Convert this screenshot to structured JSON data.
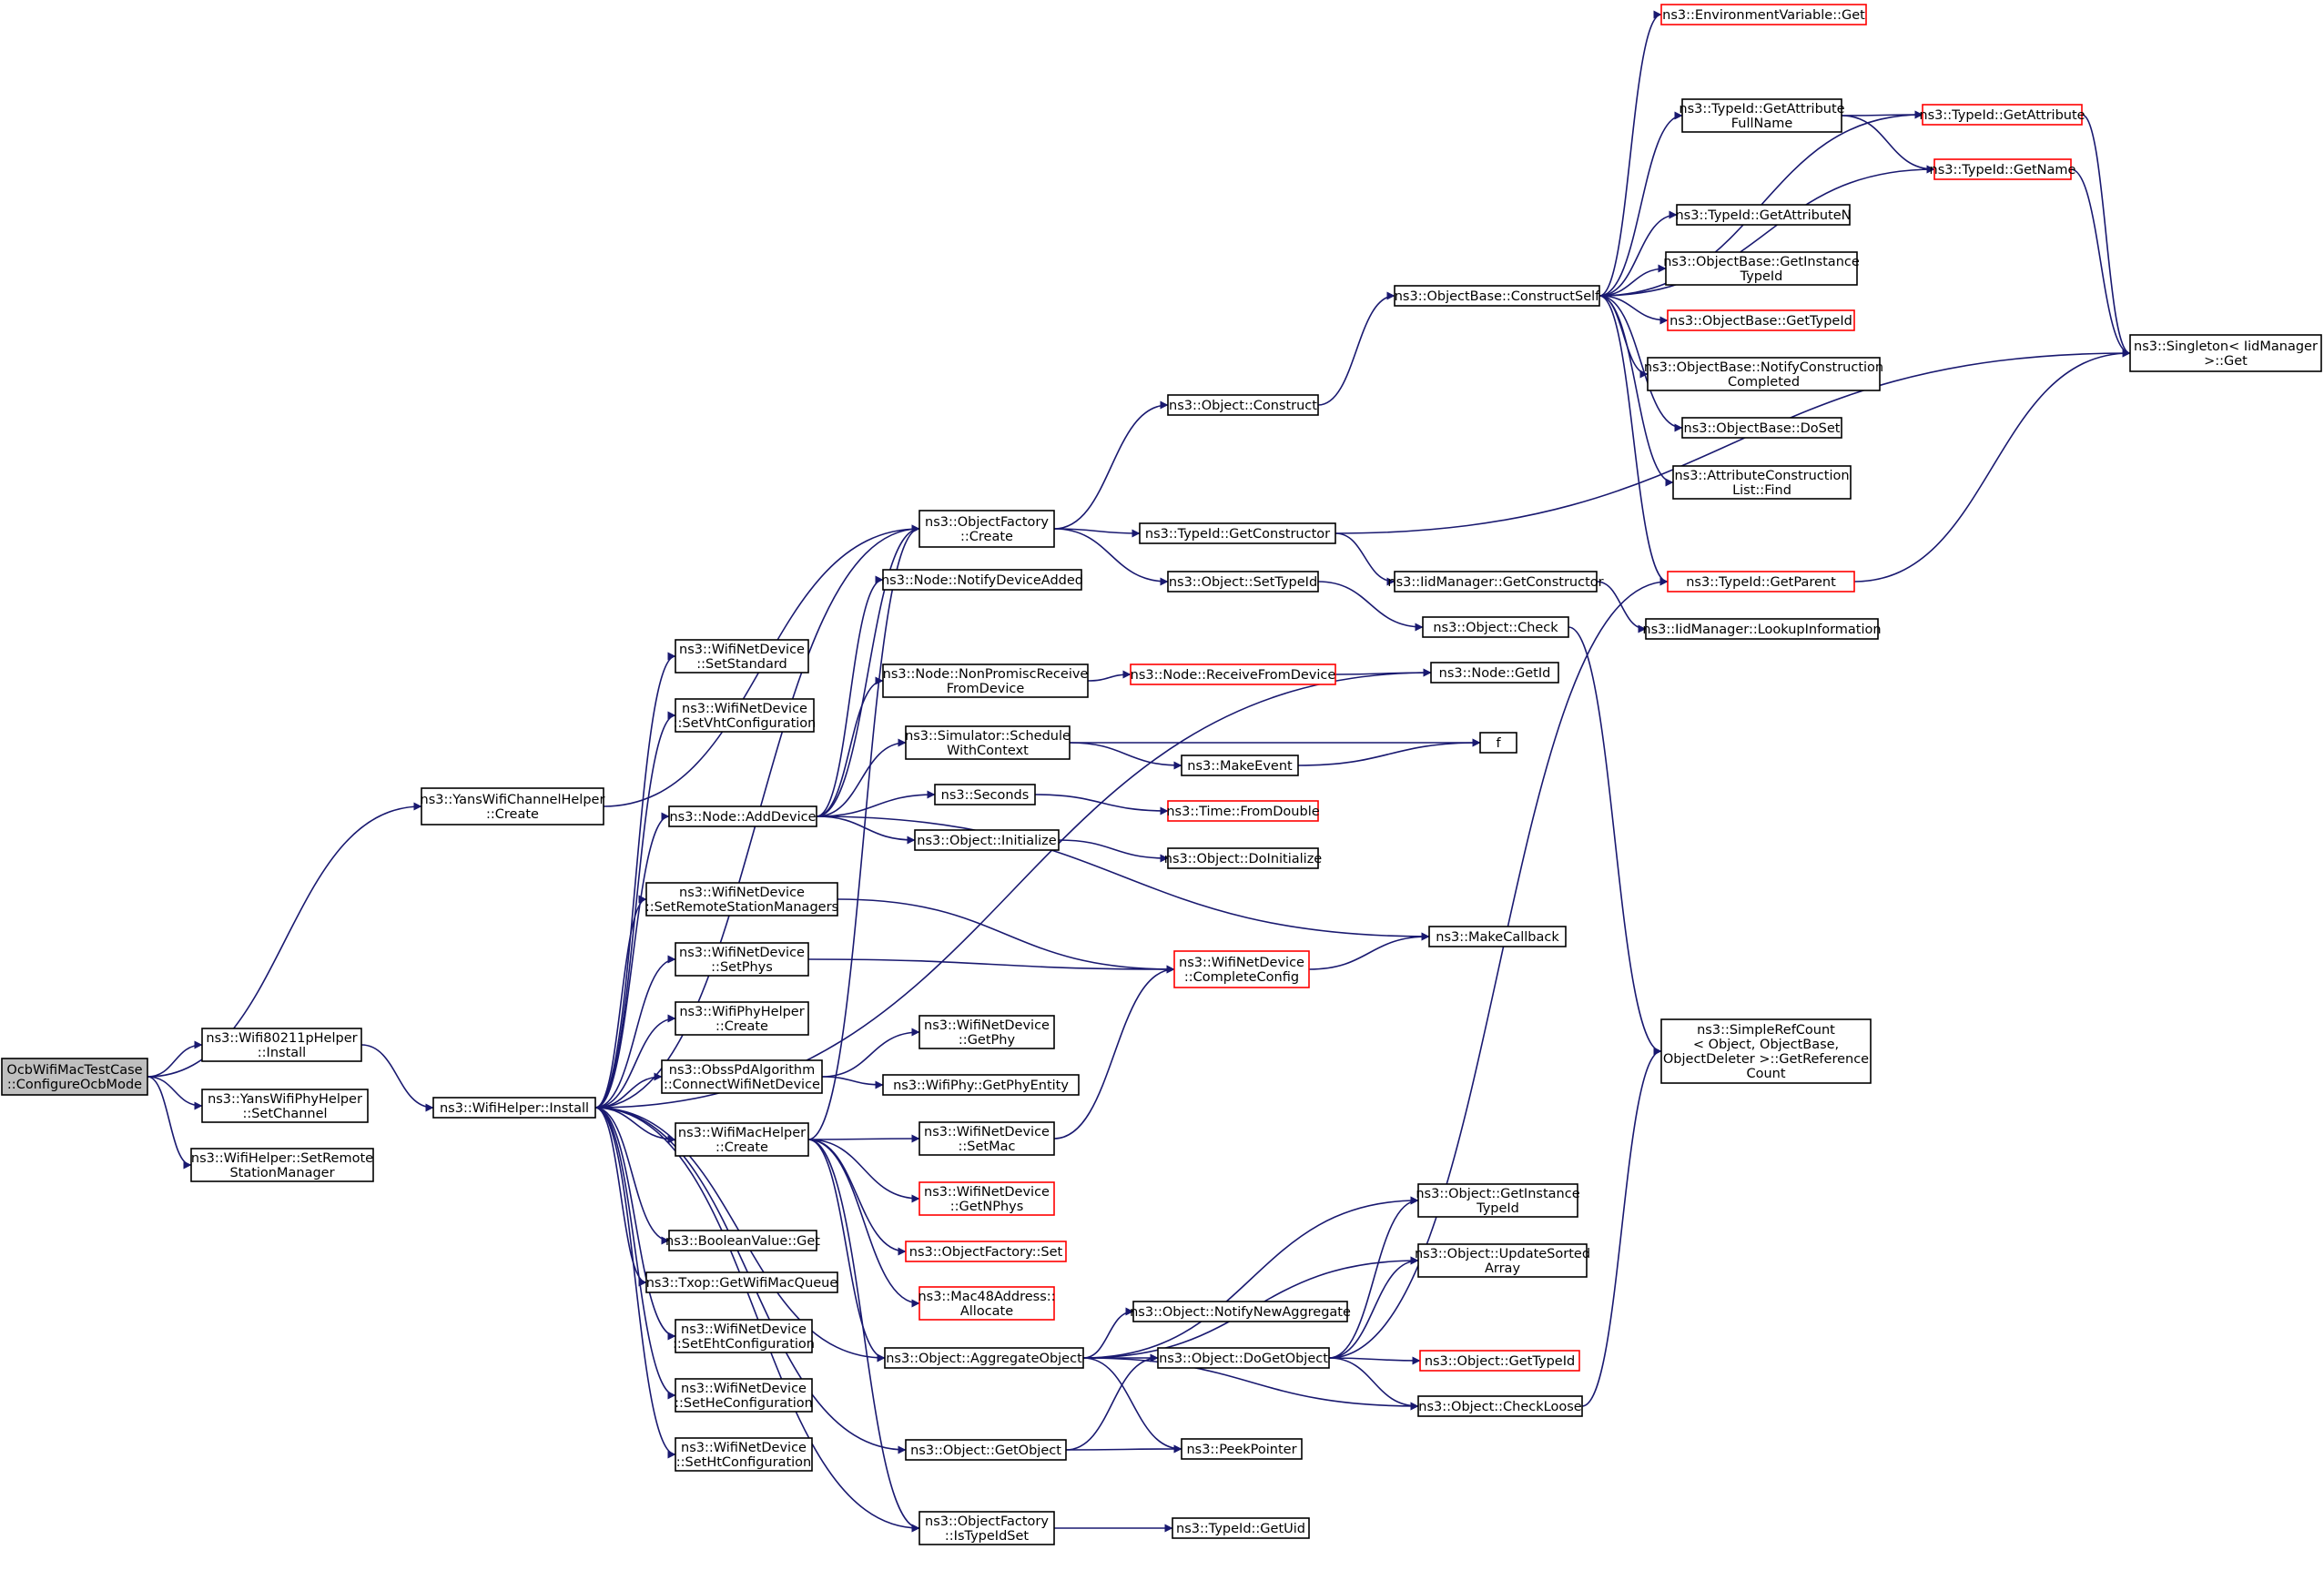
{
  "colors": {
    "edge": "#191970",
    "node_border": "#000000",
    "node_truncated_border": "#ff0000",
    "root_fill": "#bfbfbf",
    "node_fill": "#ffffff"
  },
  "nodes": [
    {
      "id": "root",
      "label": [
        "OcbWifiMacTestCase",
        "::ConfigureOcbMode"
      ],
      "style": "root"
    },
    {
      "id": "wifi80211p",
      "label": [
        "ns3::Wifi80211pHelper",
        "::Install"
      ],
      "style": "normal"
    },
    {
      "id": "yansPhySetChannel",
      "label": [
        "ns3::YansWifiPhyHelper",
        "::SetChannel"
      ],
      "style": "normal"
    },
    {
      "id": "setRemoteStation",
      "label": [
        "ns3::WifiHelper::SetRemote",
        "StationManager"
      ],
      "style": "normal"
    },
    {
      "id": "yansChannelCreate",
      "label": [
        "ns3::YansWifiChannelHelper",
        "::Create"
      ],
      "style": "normal"
    },
    {
      "id": "wifiHelperInstall",
      "label": [
        "ns3::WifiHelper::Install"
      ],
      "style": "normal"
    },
    {
      "id": "setStandard",
      "label": [
        "ns3::WifiNetDevice",
        "::SetStandard"
      ],
      "style": "normal"
    },
    {
      "id": "setVht",
      "label": [
        "ns3::WifiNetDevice",
        "::SetVhtConfiguration"
      ],
      "style": "normal"
    },
    {
      "id": "nodeAddDevice",
      "label": [
        "ns3::Node::AddDevice"
      ],
      "style": "normal"
    },
    {
      "id": "setRemoteMgrs",
      "label": [
        "ns3::WifiNetDevice",
        "::SetRemoteStationManagers"
      ],
      "style": "normal"
    },
    {
      "id": "setPhys",
      "label": [
        "ns3::WifiNetDevice",
        "::SetPhys"
      ],
      "style": "normal"
    },
    {
      "id": "phyHelperCreate",
      "label": [
        "ns3::WifiPhyHelper",
        "::Create"
      ],
      "style": "normal"
    },
    {
      "id": "obssPd",
      "label": [
        "ns3::ObssPdAlgorithm",
        "::ConnectWifiNetDevice"
      ],
      "style": "normal"
    },
    {
      "id": "macHelperCreate",
      "label": [
        "ns3::WifiMacHelper",
        "::Create"
      ],
      "style": "normal"
    },
    {
      "id": "boolGet",
      "label": [
        "ns3::BooleanValue::Get"
      ],
      "style": "normal"
    },
    {
      "id": "txopQueue",
      "label": [
        "ns3::Txop::GetWifiMacQueue"
      ],
      "style": "normal"
    },
    {
      "id": "setEht",
      "label": [
        "ns3::WifiNetDevice",
        "::SetEhtConfiguration"
      ],
      "style": "normal"
    },
    {
      "id": "setHe",
      "label": [
        "ns3::WifiNetDevice",
        "::SetHeConfiguration"
      ],
      "style": "normal"
    },
    {
      "id": "setHt",
      "label": [
        "ns3::WifiNetDevice",
        "::SetHtConfiguration"
      ],
      "style": "normal"
    },
    {
      "id": "ofCreate",
      "label": [
        "ns3::ObjectFactory",
        "::Create"
      ],
      "style": "normal"
    },
    {
      "id": "notifyAdded",
      "label": [
        "ns3::Node::NotifyDeviceAdded"
      ],
      "style": "normal"
    },
    {
      "id": "nonPromisc",
      "label": [
        "ns3::Node::NonPromiscReceive",
        "FromDevice"
      ],
      "style": "normal"
    },
    {
      "id": "schedule",
      "label": [
        "ns3::Simulator::Schedule",
        "WithContext"
      ],
      "style": "normal"
    },
    {
      "id": "seconds",
      "label": [
        "ns3::Seconds"
      ],
      "style": "normal"
    },
    {
      "id": "objInit",
      "label": [
        "ns3::Object::Initialize"
      ],
      "style": "normal"
    },
    {
      "id": "getPhy",
      "label": [
        "ns3::WifiNetDevice",
        "::GetPhy"
      ],
      "style": "normal"
    },
    {
      "id": "getPhyEntity",
      "label": [
        "ns3::WifiPhy::GetPhyEntity"
      ],
      "style": "normal"
    },
    {
      "id": "setMac",
      "label": [
        "ns3::WifiNetDevice",
        "::SetMac"
      ],
      "style": "normal"
    },
    {
      "id": "getNPhys",
      "label": [
        "ns3::WifiNetDevice",
        "::GetNPhys"
      ],
      "style": "truncated"
    },
    {
      "id": "ofSet",
      "label": [
        "ns3::ObjectFactory::Set"
      ],
      "style": "truncated"
    },
    {
      "id": "macAlloc",
      "label": [
        "ns3::Mac48Address::",
        "Allocate"
      ],
      "style": "truncated"
    },
    {
      "id": "aggObj",
      "label": [
        "ns3::Object::AggregateObject"
      ],
      "style": "normal"
    },
    {
      "id": "getObj",
      "label": [
        "ns3::Object::GetObject"
      ],
      "style": "normal"
    },
    {
      "id": "isTypeIdSet",
      "label": [
        "ns3::ObjectFactory",
        "::IsTypeIdSet"
      ],
      "style": "normal"
    },
    {
      "id": "objConstruct",
      "label": [
        "ns3::Object::Construct"
      ],
      "style": "normal"
    },
    {
      "id": "getCtor",
      "label": [
        "ns3::TypeId::GetConstructor"
      ],
      "style": "normal"
    },
    {
      "id": "setTypeId",
      "label": [
        "ns3::Object::SetTypeId"
      ],
      "style": "normal"
    },
    {
      "id": "receiveFrom",
      "label": [
        "ns3::Node::ReceiveFromDevice"
      ],
      "style": "truncated"
    },
    {
      "id": "makeEvent",
      "label": [
        "ns3::MakeEvent"
      ],
      "style": "normal"
    },
    {
      "id": "fromDouble",
      "label": [
        "ns3::Time::FromDouble"
      ],
      "style": "truncated"
    },
    {
      "id": "doInit",
      "label": [
        "ns3::Object::DoInitialize"
      ],
      "style": "normal"
    },
    {
      "id": "completeCfg",
      "label": [
        "ns3::WifiNetDevice",
        "::CompleteConfig"
      ],
      "style": "truncated"
    },
    {
      "id": "notifyNewAgg",
      "label": [
        "ns3::Object::NotifyNewAggregate"
      ],
      "style": "normal"
    },
    {
      "id": "doGetObj",
      "label": [
        "ns3::Object::DoGetObject"
      ],
      "style": "normal"
    },
    {
      "id": "peekPtr",
      "label": [
        "ns3::PeekPointer"
      ],
      "style": "normal"
    },
    {
      "id": "getUid",
      "label": [
        "ns3::TypeId::GetUid"
      ],
      "style": "normal"
    },
    {
      "id": "constructSelf",
      "label": [
        "ns3::ObjectBase::ConstructSelf"
      ],
      "style": "normal"
    },
    {
      "id": "iidGetCtor",
      "label": [
        "ns3::IidManager::GetConstructor"
      ],
      "style": "normal"
    },
    {
      "id": "objCheck",
      "label": [
        "ns3::Object::Check"
      ],
      "style": "normal"
    },
    {
      "id": "nodeGetId",
      "label": [
        "ns3::Node::GetId"
      ],
      "style": "normal"
    },
    {
      "id": "f",
      "label": [
        "f"
      ],
      "style": "normal"
    },
    {
      "id": "makeCallback",
      "label": [
        "ns3::MakeCallback"
      ],
      "style": "normal"
    },
    {
      "id": "getInstTypeId",
      "label": [
        "ns3::Object::GetInstance",
        "TypeId"
      ],
      "style": "normal"
    },
    {
      "id": "updSorted",
      "label": [
        "ns3::Object::UpdateSorted",
        "Array"
      ],
      "style": "normal"
    },
    {
      "id": "objGetTypeId",
      "label": [
        "ns3::Object::GetTypeId"
      ],
      "style": "truncated"
    },
    {
      "id": "checkLoose",
      "label": [
        "ns3::Object::CheckLoose"
      ],
      "style": "normal"
    },
    {
      "id": "envGet",
      "label": [
        "ns3::EnvironmentVariable::Get"
      ],
      "style": "truncated"
    },
    {
      "id": "getAttrFull",
      "label": [
        "ns3::TypeId::GetAttribute",
        "FullName"
      ],
      "style": "normal"
    },
    {
      "id": "getAttrN",
      "label": [
        "ns3::TypeId::GetAttributeN"
      ],
      "style": "normal"
    },
    {
      "id": "obGetInstTypeId",
      "label": [
        "ns3::ObjectBase::GetInstance",
        "TypeId"
      ],
      "style": "normal"
    },
    {
      "id": "obGetTypeId",
      "label": [
        "ns3::ObjectBase::GetTypeId"
      ],
      "style": "truncated"
    },
    {
      "id": "obNotify",
      "label": [
        "ns3::ObjectBase::NotifyConstruction",
        "Completed"
      ],
      "style": "normal"
    },
    {
      "id": "obDoSet",
      "label": [
        "ns3::ObjectBase::DoSet"
      ],
      "style": "normal"
    },
    {
      "id": "acFind",
      "label": [
        "ns3::AttributeConstruction",
        "List::Find"
      ],
      "style": "normal"
    },
    {
      "id": "getParent",
      "label": [
        "ns3::TypeId::GetParent"
      ],
      "style": "truncated"
    },
    {
      "id": "lookupInfo",
      "label": [
        "ns3::IidManager::LookupInformation"
      ],
      "style": "normal"
    },
    {
      "id": "simpleRef",
      "label": [
        "ns3::SimpleRefCount",
        "< Object, ObjectBase,",
        " ObjectDeleter >::GetReference",
        "Count"
      ],
      "style": "normal"
    },
    {
      "id": "getAttr",
      "label": [
        "ns3::TypeId::GetAttribute"
      ],
      "style": "truncated"
    },
    {
      "id": "getName",
      "label": [
        "ns3::TypeId::GetName"
      ],
      "style": "truncated"
    },
    {
      "id": "singleton",
      "label": [
        "ns3::Singleton< IidManager",
        " >::Get"
      ],
      "style": "normal"
    }
  ]
}
